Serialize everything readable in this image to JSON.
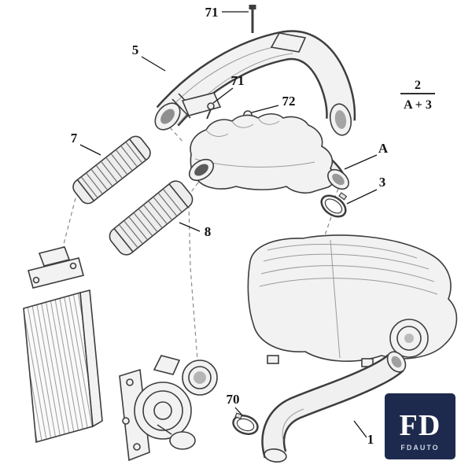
{
  "figure": {
    "description": "Exploded parts diagram of air intake, intercooler hoses and turbocharger assembly",
    "ratio_note": {
      "numerator": "2",
      "denominator": "A + 3"
    },
    "callouts": [
      {
        "id": "bolt-top",
        "label": "71"
      },
      {
        "id": "upper-hose",
        "label": "5"
      },
      {
        "id": "bolt-mid",
        "label": "71"
      },
      {
        "id": "bolt-resonator",
        "label": "72"
      },
      {
        "id": "intercooler-hose",
        "label": "7"
      },
      {
        "id": "resonator-outlet",
        "label": "A"
      },
      {
        "id": "clamp-resonator",
        "label": "3"
      },
      {
        "id": "turbo-hose",
        "label": "8"
      },
      {
        "id": "clamp-lower",
        "label": "70"
      },
      {
        "id": "lower-duct",
        "label": "1"
      }
    ]
  },
  "watermark": {
    "initials": "FD",
    "name": "FDAUTO"
  },
  "colors": {
    "line": "#3d3d3d",
    "fill_light": "#f2f2f2",
    "fill_dark": "#8f8f8f",
    "logo_bg": "#1e2a4d",
    "logo_text": "#ffffff",
    "logo_subtext": "#cdd5e6"
  }
}
